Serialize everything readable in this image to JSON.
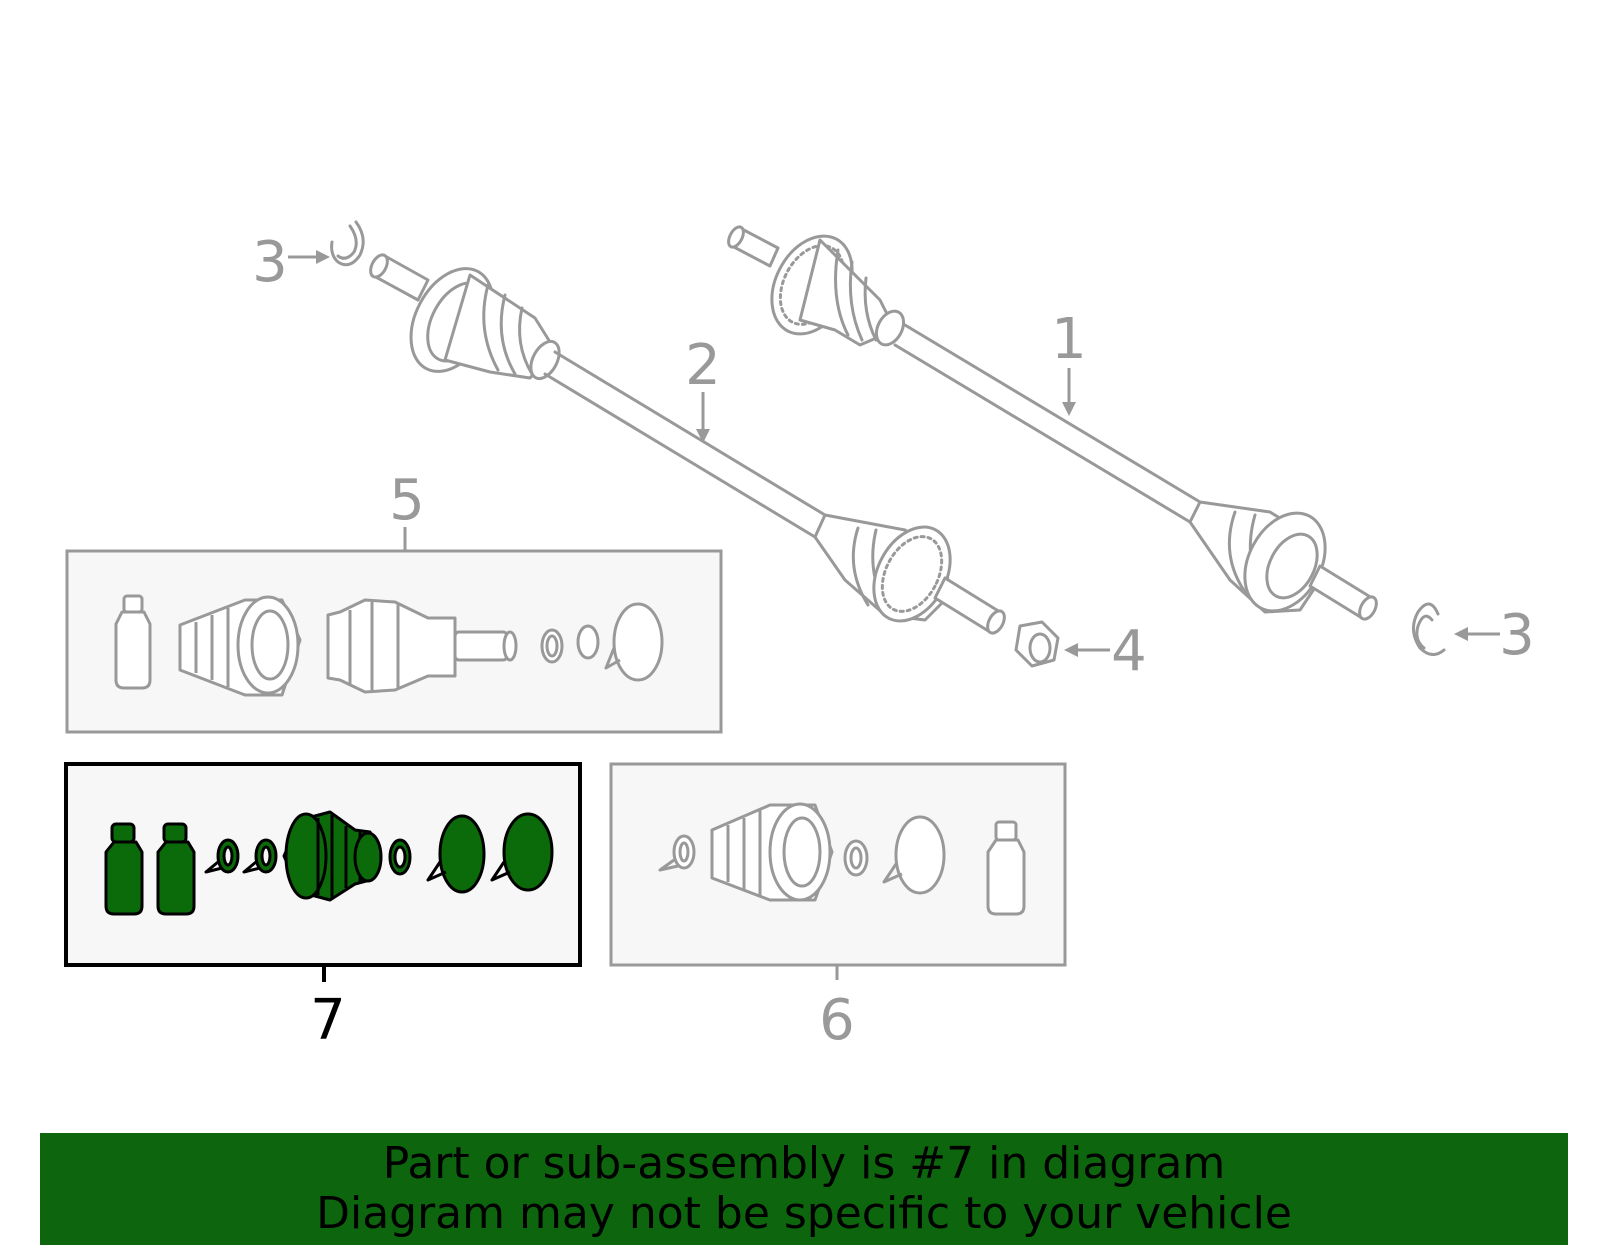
{
  "callouts": {
    "c1": "1",
    "c2": "2",
    "c3_left": "3",
    "c3_right": "3",
    "c4": "4",
    "c5": "5",
    "c6": "6",
    "c7": "7"
  },
  "banner": {
    "line1": "Part or sub-assembly is #7 in diagram",
    "line2": "Diagram may not be specific to your vehicle"
  },
  "colors": {
    "line_gray": "#999999",
    "highlight_green": "#0b6b0b",
    "banner_green": "#0d650d",
    "box_fill": "#f7f7f7",
    "text_black": "#000000"
  }
}
